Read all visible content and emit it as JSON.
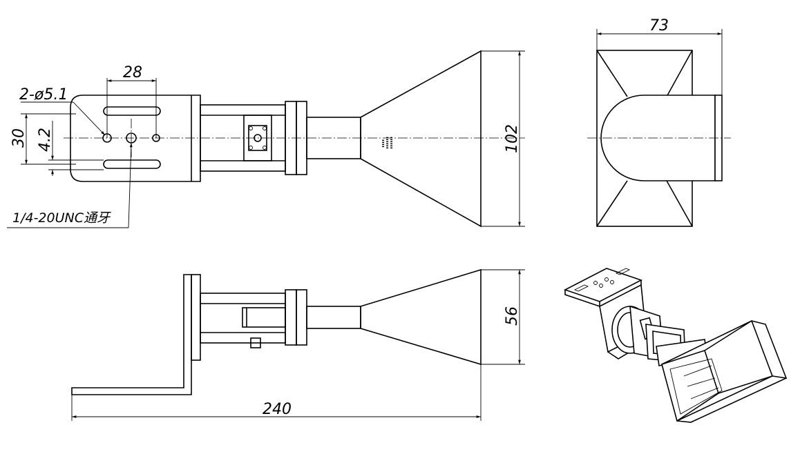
{
  "dimensions": {
    "slot_spacing": "28",
    "hole_callout": "2-ø5.1",
    "bracket_height": "30",
    "hole_offset": "4.2",
    "thread_callout": "1/4-20UNC通牙",
    "horn_height": "102",
    "horn_width": "73",
    "horn_depth": "56",
    "overall_length": "240"
  },
  "colors": {
    "line": "#000000",
    "background": "#ffffff"
  }
}
